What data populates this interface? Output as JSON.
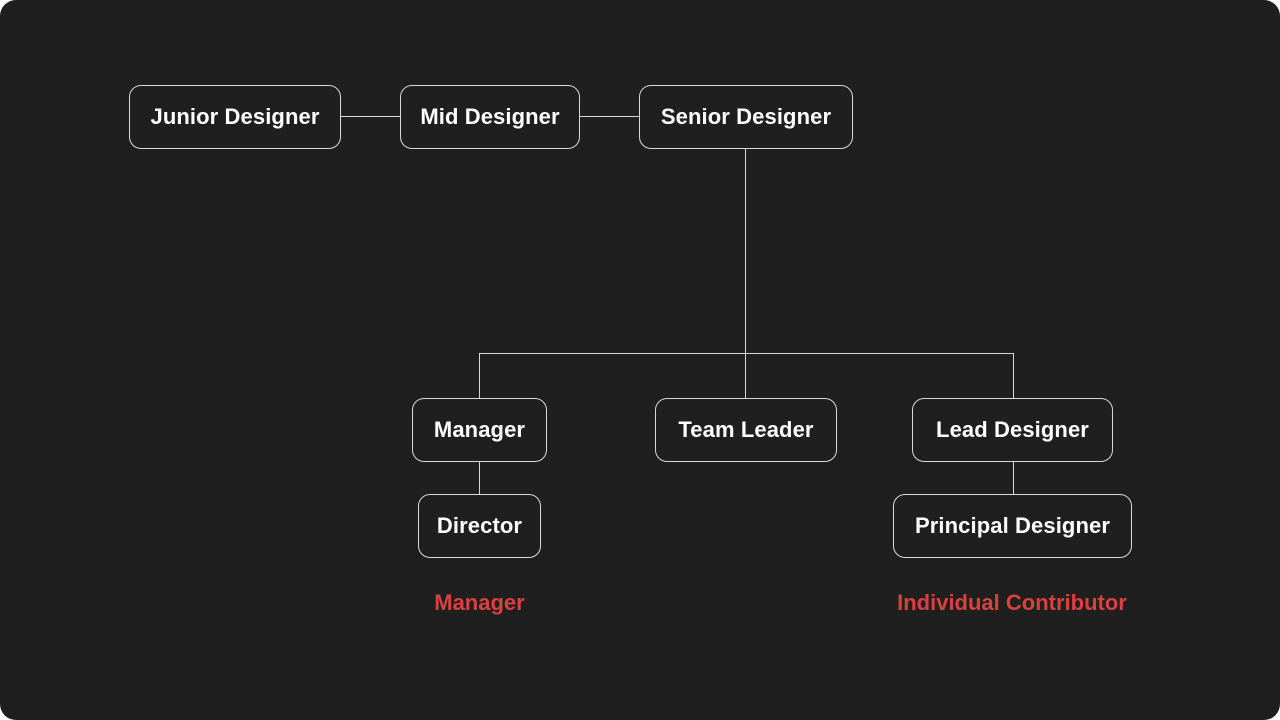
{
  "diagram": {
    "nodes": {
      "junior": "Junior Designer",
      "mid": "Mid Designer",
      "senior": "Senior Designer",
      "manager": "Manager",
      "team_leader": "Team Leader",
      "lead": "Lead Designer",
      "director": "Director",
      "principal": "Principal Designer"
    },
    "group_labels": {
      "manager_track": "Manager",
      "ic_track": "Individual Contributor"
    },
    "colors": {
      "background": "#1f1f1f",
      "node_border": "#d9d9d9",
      "node_text": "#ffffff",
      "connector": "#d8d8d8",
      "track_label": "#d9413f"
    }
  }
}
